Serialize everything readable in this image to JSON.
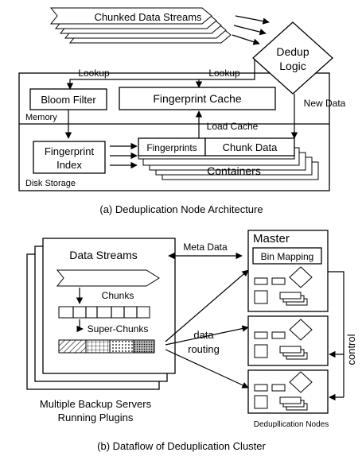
{
  "node_architecture": {
    "chunked_data_streams": "Chunked Data Streams",
    "dedup_logic_line1": "Dedup",
    "dedup_logic_line2": "Logic",
    "lookup_left": "Lookup",
    "lookup_right": "Lookup",
    "bloom_filter": "Bloom Filter",
    "fingerprint_cache": "Fingerprint Cache",
    "new_data": "New Data",
    "memory": "Memory",
    "load_cache": "Load Cache",
    "fingerprint_index_line1": "Fingerprint",
    "fingerprint_index_line2": "Index",
    "fingerprints": "Fingerprints",
    "chunk_data": "Chunk Data",
    "containers": "Containers",
    "disk_storage": "Disk Storage",
    "caption": "(a) Deduplication Node Architecture"
  },
  "cluster_dataflow": {
    "data_streams": "Data Streams",
    "chunks": "Chunks",
    "super_chunks": "Super-Chunks",
    "meta_data": "Meta Data",
    "master": "Master",
    "bin_mapping": "Bin Mapping",
    "data_routing_line1": "data",
    "data_routing_line2": "routing",
    "control": "control",
    "backup_servers_line1": "Multiple Backup Servers",
    "backup_servers_line2": "Running Plugins",
    "dedup_nodes": "Dedupllication Nodes",
    "caption": "(b) Dataflow of Deduplication Cluster"
  }
}
